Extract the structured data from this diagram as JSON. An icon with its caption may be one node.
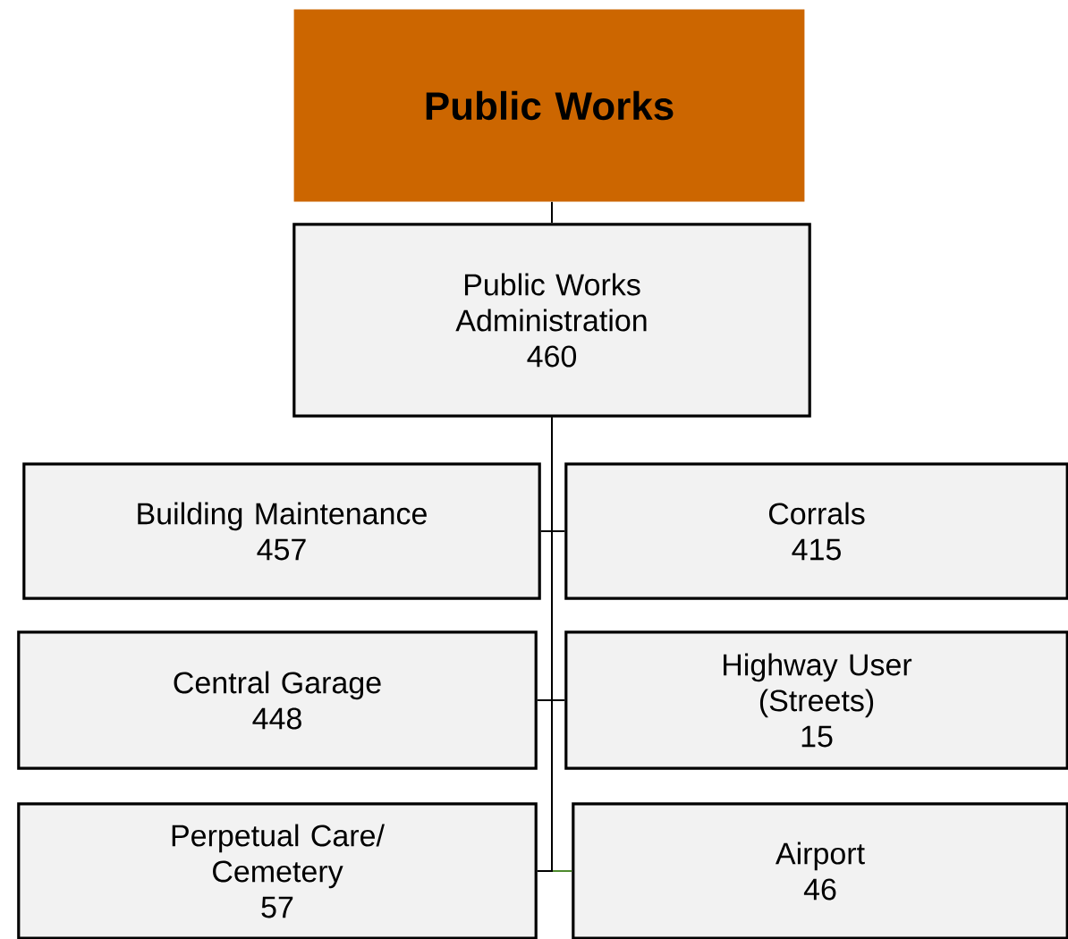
{
  "diagram": {
    "nodes": [
      {
        "text": [
          "Public Works"
        ]
      },
      {
        "text": [
          "Public Works Administration",
          "460"
        ]
      },
      {
        "text": [
          "Building Maintenance",
          "457"
        ]
      },
      {
        "text": [
          "Corrals",
          "415"
        ]
      },
      {
        "text": [
          "Central Garage",
          "448"
        ]
      },
      {
        "text": [
          "Highway User (Streets)",
          "15"
        ]
      },
      {
        "text": [
          "Perpetual Care/ Cemetery",
          "57"
        ]
      },
      {
        "text": [
          "Airport",
          "46"
        ]
      }
    ],
    "edges": [
      {
        "from": 0,
        "to": 1,
        "arrow": "none"
      },
      {
        "from": 1,
        "to": 2,
        "arrow": "none"
      },
      {
        "from": 1,
        "to": 3,
        "arrow": "none"
      },
      {
        "from": 1,
        "to": 4,
        "arrow": "none"
      },
      {
        "from": 1,
        "to": 5,
        "arrow": "none"
      },
      {
        "from": 1,
        "to": 6,
        "arrow": "none"
      },
      {
        "from": 1,
        "to": 7,
        "arrow": "none",
        "color": "#4e8a2e"
      }
    ]
  }
}
